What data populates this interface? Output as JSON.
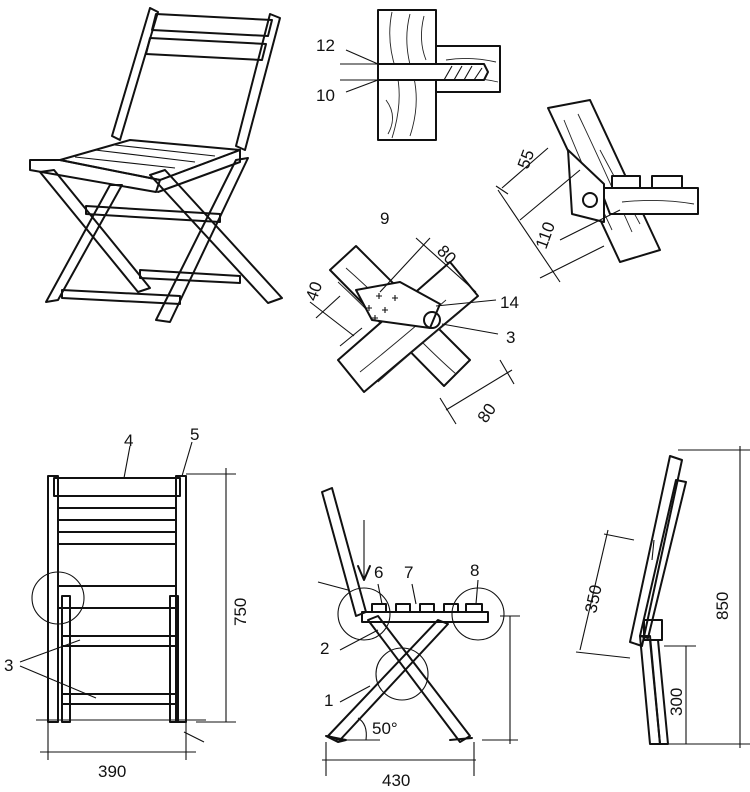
{
  "labels": {
    "l1": "1",
    "l2": "2",
    "l3_front": "3",
    "l3_joint": "3",
    "l4": "4",
    "l5": "5",
    "l6": "6",
    "l7": "7",
    "l8": "8",
    "l9": "9",
    "l10": "10",
    "l12": "12",
    "l14": "14"
  },
  "dimensions": {
    "d55": "55",
    "d110": "110",
    "d80_top": "80",
    "d40": "40",
    "d80_bottom": "80",
    "d750": "750",
    "d390": "390",
    "d430": "430",
    "angle": "50°",
    "d350": "350",
    "d850": "850",
    "d300": "300"
  }
}
